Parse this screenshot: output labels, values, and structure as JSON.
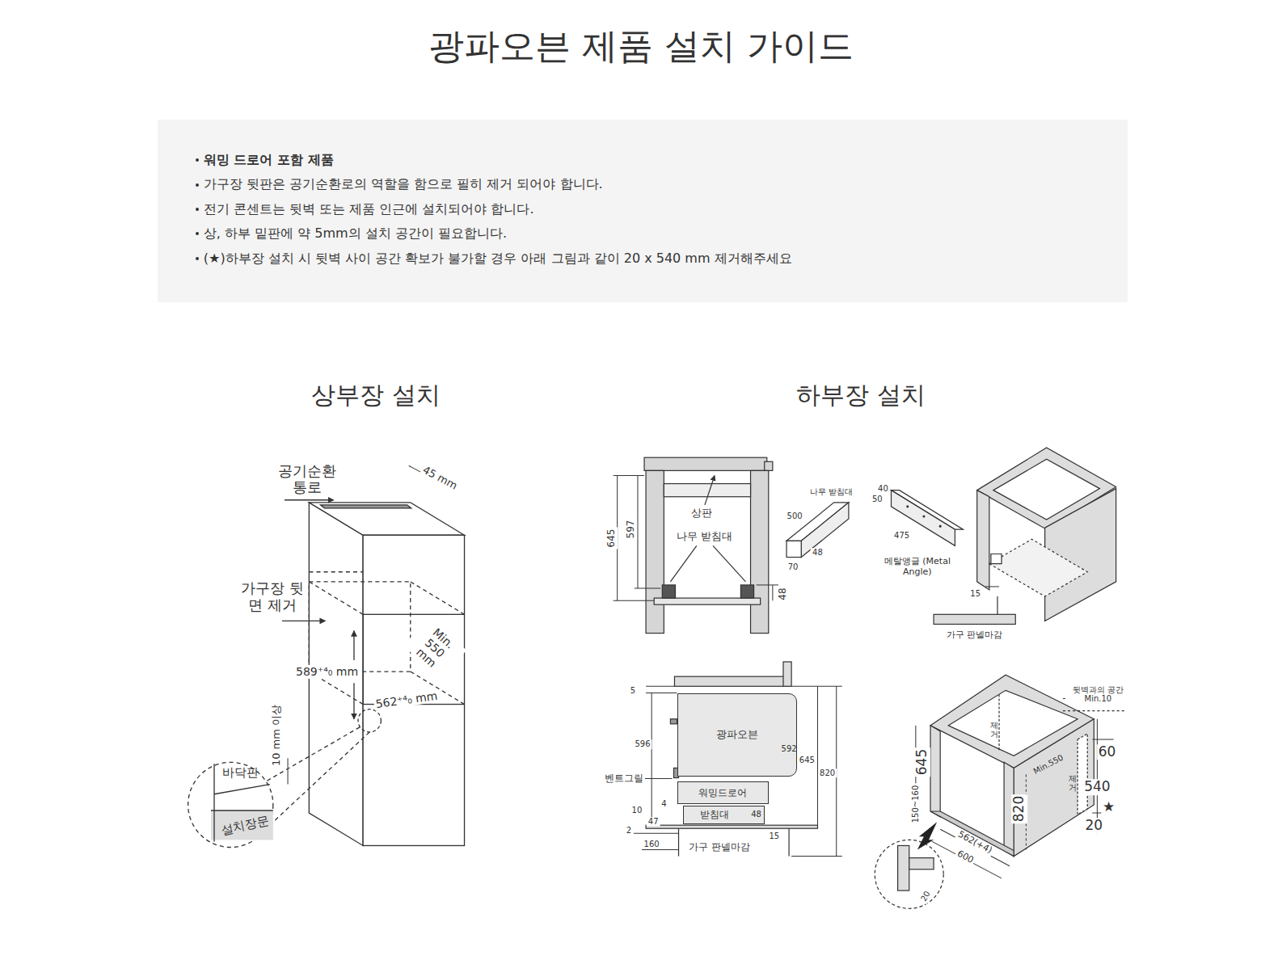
{
  "diagram": {
    "title": "광파오븐 제품 설치 가이드",
    "nodes": [
      {
        "text": [
          "워밍 드로어 포함 제품",
          "가구장 뒷판은 공기순환로의 역할을 함으로 필히 제거 되어야 합니다.",
          "전기 콘센트는 뒷벽 또는 제품 인근에 설치되어야 합니다.",
          "상, 하부 밑판에 약 5mm의 설치 공간이 필요합니다.",
          "(★)하부장 설치 시 뒷벽 사이 공간 확보가 불가할 경우 아래 그림과 같이 20 x 540 mm 제거해주세요"
        ]
      },
      {
        "text": [
          "광파오븐"
        ]
      },
      {
        "text": [
          "워밍드로어"
        ]
      },
      {
        "text": [
          "받침대"
        ]
      }
    ],
    "labels": [
      "상부장 설치",
      "하부장 설치",
      "공기순환 통로",
      "45 mm",
      "가구장 뒷면 제거",
      "Min. 550 mm",
      "589⁺⁴₀ mm",
      "562⁺⁴₀ mm",
      "10 mm 이상",
      "바닥판",
      "설치장문",
      "645",
      "597",
      "상판",
      "나무 받침대",
      "48",
      "나무 받침대",
      "500",
      "48",
      "70",
      "40",
      "50",
      "475",
      "메탈앵글 (Metal Angle)",
      "15",
      "가구 판넬마감",
      "5",
      "596",
      "592",
      "645",
      "820",
      "벤트그릴",
      "48",
      "4",
      "10",
      "47",
      "2",
      "160",
      "15",
      "가구 판넬마감",
      "뒷벽과의 공간 Min.10",
      "제거",
      "제거",
      "60",
      "540",
      "★",
      "20",
      "645",
      "Min.550",
      "820",
      "150~160",
      "562(+4)",
      "600",
      "20"
    ]
  }
}
